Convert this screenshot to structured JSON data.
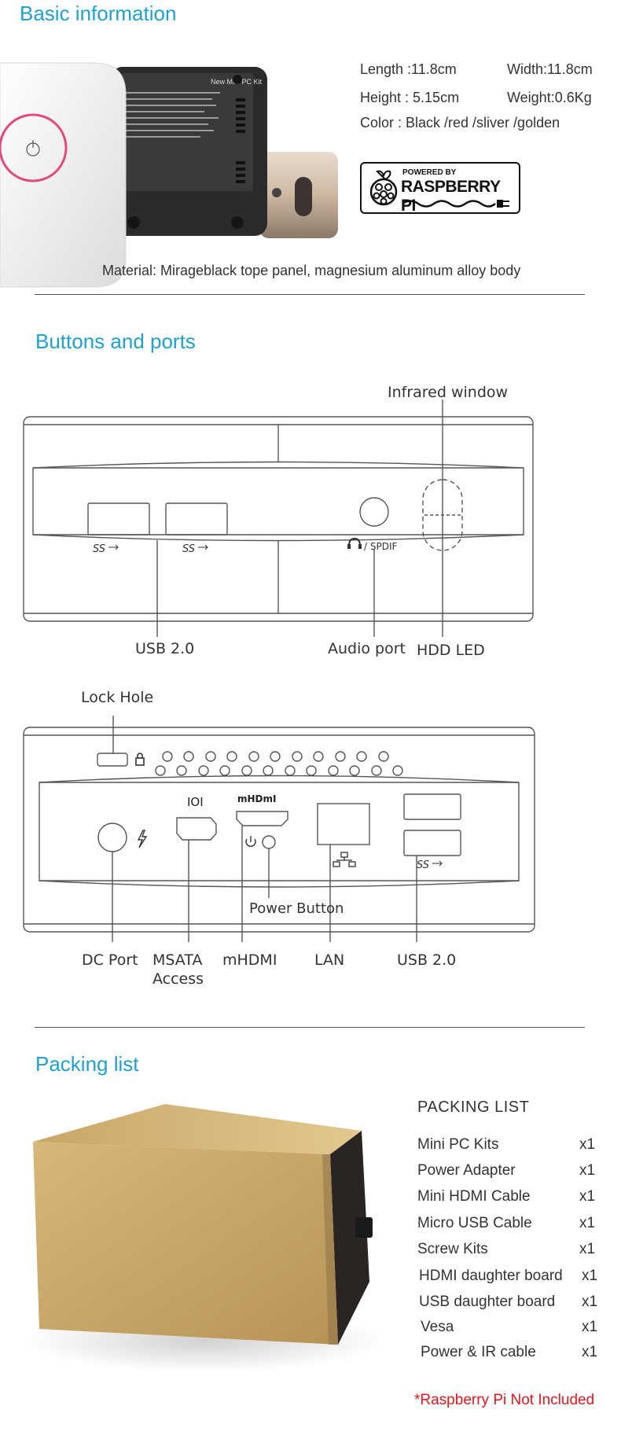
{
  "basic_info": {
    "title": "Basic information",
    "specs": {
      "length": "Length :11.8cm",
      "width": "Width:11.8cm",
      "height": "Height : 5.15cm",
      "weight": "Weight:0.6Kg",
      "color": "Color :  Black /red /sliver /golden"
    },
    "badge": {
      "line1": "POWERED BY",
      "line2": "RASPBERRY PI"
    },
    "device_label_text": "New Mini PC Kit",
    "material": "Material: Mirageblack tope panel, magnesium aluminum alloy body"
  },
  "buttons_ports": {
    "title": "Buttons and ports",
    "front": {
      "infrared_window": "Infrared window",
      "usb": "USB 2.0",
      "audio_port": "Audio port",
      "hdd_led": "HDD LED",
      "spdif_mark": "/ SPDIF",
      "usb_mark": "SS"
    },
    "back": {
      "lock_hole": "Lock Hole",
      "dc_port": "DC Port",
      "msata_line1": "MSATA",
      "msata_line2": "Access",
      "mhdmi": "mHDMI",
      "lan": "LAN",
      "usb": "USB 2.0",
      "power_button": "Power Button",
      "ioi_mark": "IOI",
      "mhdmi_mark": "mHDmI"
    }
  },
  "packing": {
    "title": "Packing list",
    "heading": "PACKING LIST",
    "items": [
      {
        "name": "Mini PC Kits",
        "qty": "x1"
      },
      {
        "name": "Power Adapter",
        "qty": "x1"
      },
      {
        "name": "Mini HDMI Cable",
        "qty": "x1"
      },
      {
        "name": "Micro USB Cable",
        "qty": "x1"
      },
      {
        "name": "Screw Kits",
        "qty": "x1"
      },
      {
        "name": "HDMI daughter board",
        "qty": "x1"
      },
      {
        "name": "USB daughter board",
        "qty": "x1"
      },
      {
        "name": "Vesa",
        "qty": "x1"
      },
      {
        "name": "Power & IR cable",
        "qty": "x1"
      }
    ],
    "note": "*Raspberry Pi Not Included",
    "note_color": "#e8161d"
  },
  "colors": {
    "accent": "#1fa0d0",
    "power_ring": "#e24a79",
    "box_kraft": "#c7a76a"
  }
}
